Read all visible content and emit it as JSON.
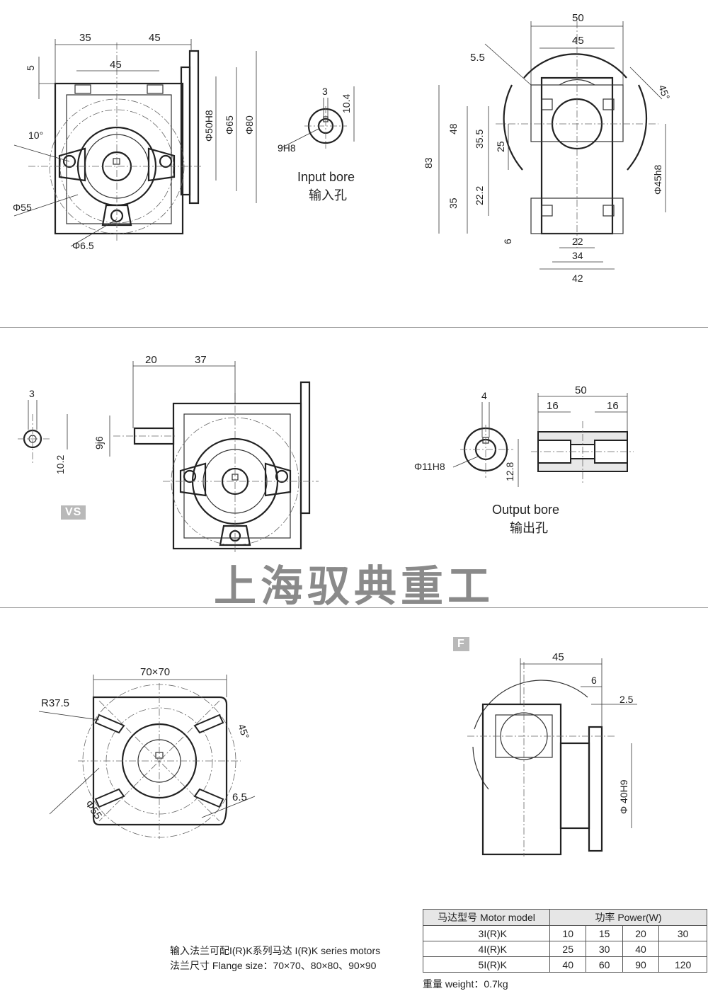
{
  "top_left_view": {
    "dims": [
      "35",
      "45",
      "45",
      "5",
      "10°",
      "Φ55",
      "Φ6.5",
      "Φ50H8",
      "Φ65",
      "Φ80"
    ]
  },
  "input_bore": {
    "dims": [
      "3",
      "10.4",
      "9H8"
    ],
    "label_en": "Input bore",
    "label_cn": "输入孔"
  },
  "top_right_view": {
    "dims": [
      "50",
      "45",
      "5.5",
      "45°",
      "83",
      "48",
      "35.5",
      "25",
      "35",
      "22.2",
      "6",
      "22",
      "34",
      "42",
      "Φ45h8"
    ]
  },
  "vs_section": {
    "tag": "VS",
    "shaft_dims": [
      "3",
      "10.2",
      "9j6"
    ],
    "side_dims": [
      "20",
      "37"
    ]
  },
  "output_bore": {
    "dims": [
      "4",
      "Φ11H8",
      "12.8",
      "50",
      "16",
      "16"
    ],
    "label_en": "Output bore",
    "label_cn": "输出孔"
  },
  "company": "上海驭典重工",
  "flange_view": {
    "dims": [
      "70×70",
      "R37.5",
      "45°",
      "6.5",
      "Φ55"
    ]
  },
  "f_section": {
    "tag": "F",
    "dims": [
      "45",
      "6",
      "2.5",
      "Φ 40H9"
    ]
  },
  "notes": {
    "line1": "输入法兰可配I(R)K系列马达  I(R)K series motors",
    "line2": "法兰尺寸 Flange size：70×70、80×80、90×90"
  },
  "motor_table": {
    "header_model": "马达型号 Motor model",
    "header_power": "功率 Power(W)",
    "rows": [
      {
        "model": "3I(R)K",
        "powers": [
          "10",
          "15",
          "20",
          "30"
        ]
      },
      {
        "model": "4I(R)K",
        "powers": [
          "25",
          "30",
          "40",
          ""
        ]
      },
      {
        "model": "5I(R)K",
        "powers": [
          "40",
          "60",
          "90",
          "120"
        ]
      }
    ]
  },
  "weight": "重量 weight：0.7kg"
}
